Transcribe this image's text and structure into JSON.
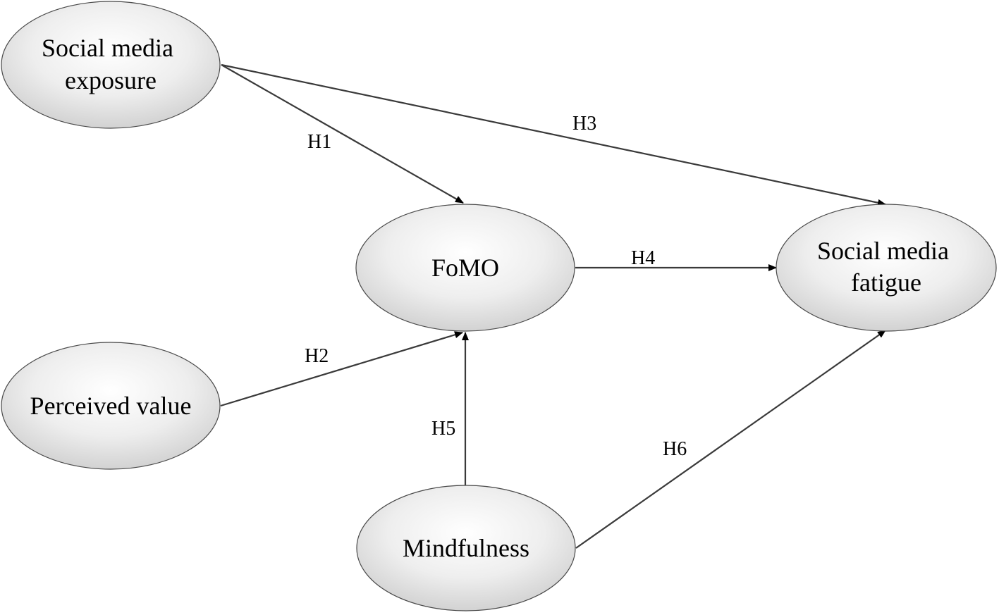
{
  "nodes": {
    "social_media_exposure": {
      "lines": [
        "Social media",
        "exposure"
      ]
    },
    "fomo": {
      "lines": [
        "FoMO"
      ]
    },
    "social_media_fatigue": {
      "lines": [
        "Social media",
        "fatigue"
      ]
    },
    "perceived_value": {
      "lines": [
        "Perceived value"
      ]
    },
    "mindfulness": {
      "lines": [
        "Mindfulness"
      ]
    }
  },
  "edges": {
    "h1": {
      "label": "H1",
      "from": "Social media exposure",
      "to": "FoMO"
    },
    "h2": {
      "label": "H2",
      "from": "Perceived value",
      "to": "FoMO"
    },
    "h3": {
      "label": "H3",
      "from": "Social media exposure",
      "to": "Social media fatigue"
    },
    "h4": {
      "label": "H4",
      "from": "FoMO",
      "to": "Social media fatigue"
    },
    "h5": {
      "label": "H5",
      "from": "Mindfulness",
      "to": "FoMO"
    },
    "h6": {
      "label": "H6",
      "from": "Mindfulness",
      "to": "Social media fatigue"
    }
  }
}
